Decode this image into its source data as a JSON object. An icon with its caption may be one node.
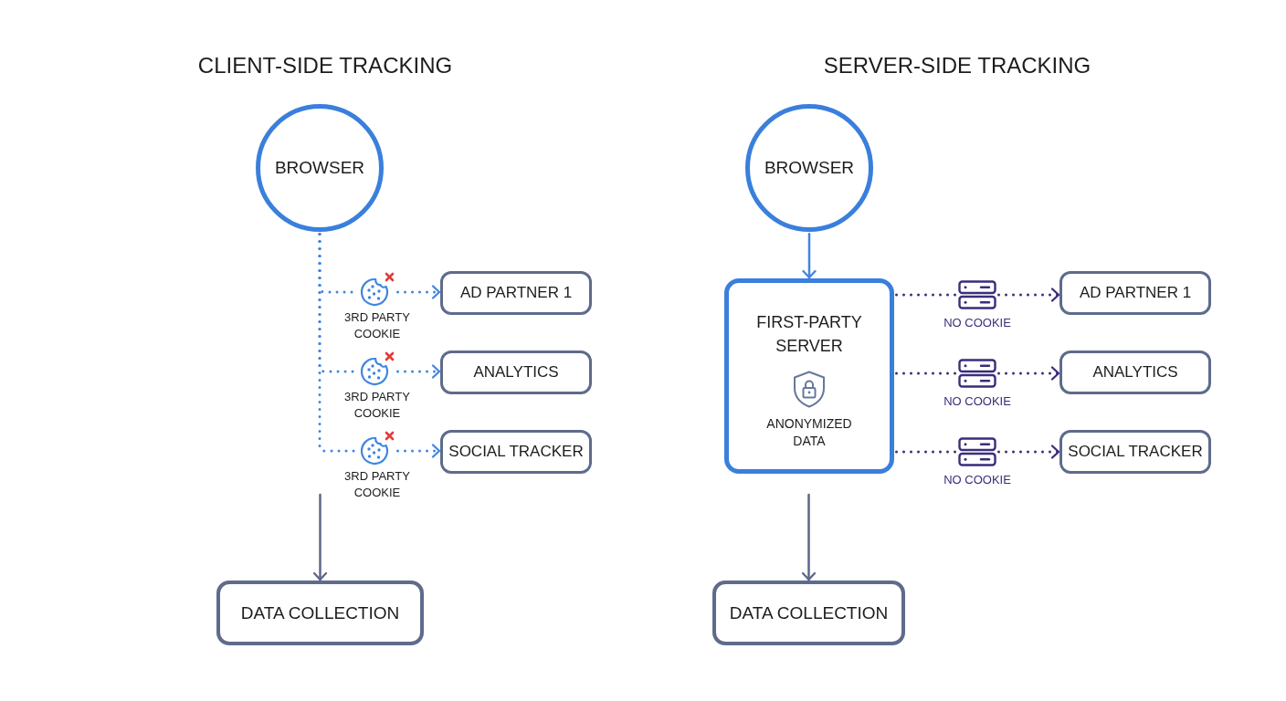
{
  "diagram": {
    "nodes": [
      {
        "text": [
          "BROWSER"
        ]
      },
      {
        "text": [],
        "shape": "picture",
        "beside": [
          "3RD PARTY COOKIE"
        ]
      },
      {
        "text": [
          "AD PARTNER 1"
        ]
      },
      {
        "text": [],
        "shape": "picture",
        "beside": [
          "3RD PARTY COOKIE"
        ]
      },
      {
        "text": [
          "ANALYTICS"
        ]
      },
      {
        "text": [],
        "shape": "picture",
        "beside": [
          "3RD PARTY COOKIE"
        ]
      },
      {
        "text": [
          "SOCIAL TRACKER"
        ]
      },
      {
        "text": [
          "DATA COLLECTION"
        ]
      },
      {
        "text": [
          "BROWSER"
        ]
      },
      {
        "text": [
          "FIRST-PARTY SERVER",
          "ANONYMIZED DATA"
        ]
      },
      {
        "text": [],
        "shape": "picture",
        "beside": [
          "NO COOKIE"
        ]
      },
      {
        "text": [
          "AD PARTNER 1"
        ]
      },
      {
        "text": [],
        "shape": "picture",
        "beside": [
          "NO COOKIE"
        ]
      },
      {
        "text": [
          "ANALYTICS"
        ]
      },
      {
        "text": [],
        "shape": "picture",
        "beside": [
          "NO COOKIE"
        ]
      },
      {
        "text": [
          "SOCIAL TRACKER"
        ]
      },
      {
        "text": [
          "DATA COLLECTION"
        ]
      }
    ],
    "edges": [
      {
        "from": 0,
        "to": 1,
        "arrow": "none",
        "style": "dashed"
      },
      {
        "from": 1,
        "to": 2,
        "arrow": "to",
        "style": "dashed"
      },
      {
        "from": 0,
        "to": 3,
        "arrow": "none",
        "style": "dashed"
      },
      {
        "from": 3,
        "to": 4,
        "arrow": "to",
        "style": "dashed"
      },
      {
        "from": 0,
        "to": 5,
        "arrow": "none",
        "style": "dashed"
      },
      {
        "from": 5,
        "to": 6,
        "arrow": "to",
        "style": "dashed"
      },
      {
        "from": null,
        "to": 7,
        "arrow": "to",
        "color": "#5d6788"
      },
      {
        "from": 8,
        "to": 9,
        "arrow": "to"
      },
      {
        "from": 9,
        "to": 10,
        "arrow": "none",
        "style": "dashed",
        "color": "#3b2d7a"
      },
      {
        "from": 10,
        "to": 11,
        "arrow": "to",
        "style": "dashed",
        "color": "#3b2d7a"
      },
      {
        "from": 9,
        "to": 12,
        "arrow": "none",
        "style": "dashed",
        "color": "#3b2d7a"
      },
      {
        "from": 12,
        "to": 13,
        "arrow": "to",
        "style": "dashed",
        "color": "#3b2d7a"
      },
      {
        "from": 9,
        "to": 14,
        "arrow": "none",
        "style": "dashed",
        "color": "#3b2d7a"
      },
      {
        "from": 14,
        "to": 15,
        "arrow": "to",
        "style": "dashed",
        "color": "#3b2d7a"
      },
      {
        "from": null,
        "to": 16,
        "arrow": "to",
        "color": "#5d6788"
      }
    ],
    "labels": [
      "CLIENT-SIDE TRACKING",
      "SERVER-SIDE TRACKING"
    ]
  }
}
